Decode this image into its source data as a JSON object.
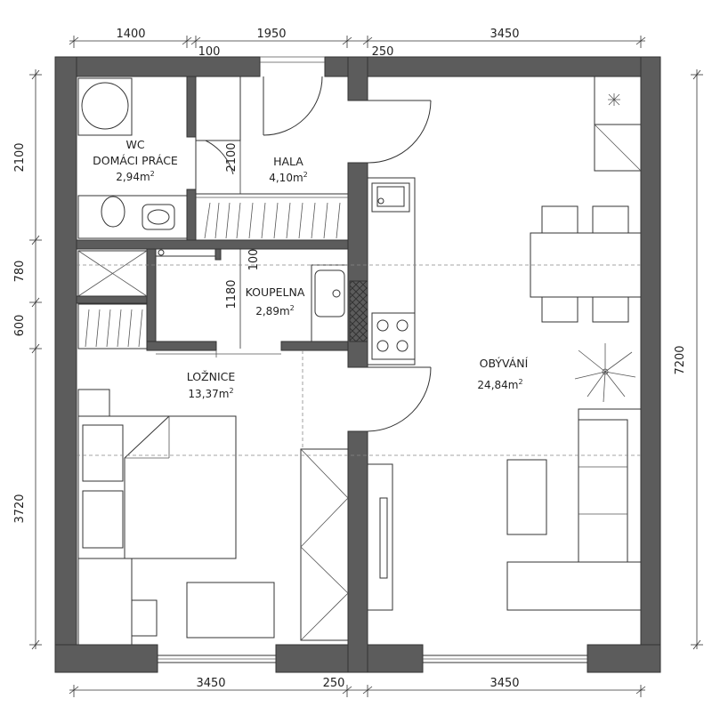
{
  "rooms": {
    "wc": {
      "name_1": "WC",
      "name_2": "DOMÁCI PRÁCE",
      "area": "2,94m",
      "unit_sup": "2"
    },
    "hala": {
      "name": "HALA",
      "area": "4,10m",
      "unit_sup": "2"
    },
    "koupelna": {
      "name": "KOUPELNA",
      "area": "2,89m",
      "unit_sup": "2"
    },
    "loznice": {
      "name": "LOŽNICE",
      "area": "13,37m",
      "unit_sup": "2"
    },
    "obyvani": {
      "name": "OBÝVÁNÍ",
      "area": "24,84m",
      "unit_sup": "2"
    }
  },
  "dimensions": {
    "top": [
      "1400",
      "100",
      "1950",
      "250",
      "3450"
    ],
    "bottom": [
      "3450",
      "250",
      "3450"
    ],
    "left": [
      "2100",
      "780",
      "600",
      "3720"
    ],
    "right": [
      "7200"
    ],
    "inner": [
      "2100",
      "100",
      "1180"
    ]
  }
}
